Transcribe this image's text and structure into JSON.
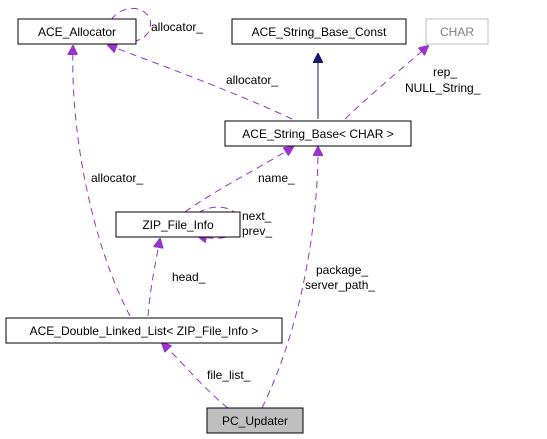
{
  "colors": {
    "association_edge": "#9a32cd",
    "inheritance_edge": "#191970",
    "highlight_fill": "#bfbfbf",
    "muted_border": "#bfbfbf",
    "muted_text": "#808080"
  },
  "nodes": {
    "ace_allocator": "ACE_Allocator",
    "ace_string_base_const": "ACE_String_Base_Const",
    "char": "CHAR",
    "ace_string_base": "ACE_String_Base< CHAR >",
    "zip_file_info": "ZIP_File_Info",
    "ace_double_linked_list": "ACE_Double_Linked_List< ZIP_File_Info >",
    "pc_updater": "PC_Updater"
  },
  "edge_labels": {
    "allocator_self": "allocator_",
    "allocator_from_string_base": "allocator_",
    "allocator_from_list": "allocator_",
    "rep": "rep_",
    "null_string": "NULL_String_",
    "name": "name_",
    "next": "next_",
    "prev": "prev_",
    "head": "head_",
    "package": "package_",
    "server_path": "server_path_",
    "file_list": "file_list_"
  }
}
